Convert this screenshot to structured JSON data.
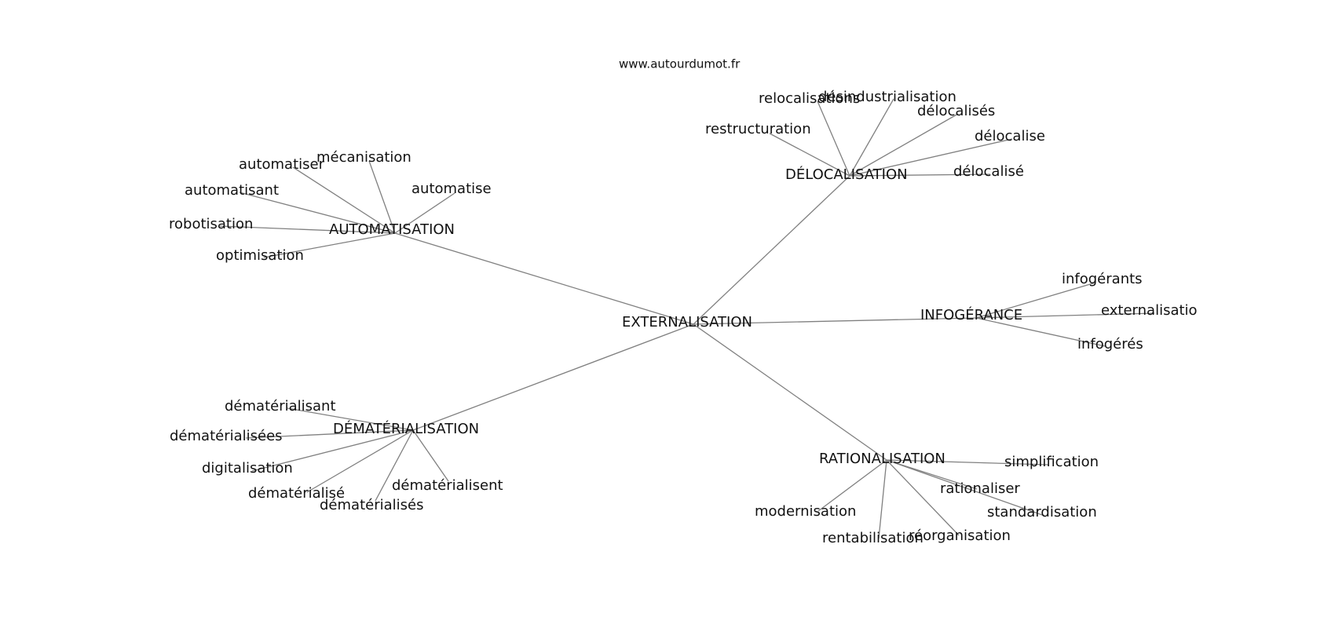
{
  "source": "www.autourdumot.fr",
  "root": "EXTERNALISATION",
  "clusters": [
    {
      "hub": "AUTOMATISATION",
      "terms": [
        "automatiser",
        "mécanisation",
        "automatisant",
        "automatise",
        "robotisation",
        "optimisation"
      ]
    },
    {
      "hub": "DÉLOCALISATION",
      "terms": [
        "relocalisations",
        "désindustrialisation",
        "délocalisés",
        "restructuration",
        "délocalise",
        "délocalisé"
      ]
    },
    {
      "hub": "INFOGÉRANCE",
      "terms": [
        "infogérants",
        "externalisatio",
        "infogérés"
      ]
    },
    {
      "hub": "DÉMATÉRIALISATION",
      "terms": [
        "dématérialisant",
        "dématérialisées",
        "digitalisation",
        "dématérialisé",
        "dématérialisés",
        "dématérialisent"
      ]
    },
    {
      "hub": "RATIONALISATION",
      "terms": [
        "simplification",
        "rationaliser",
        "standardisation",
        "modernisation",
        "rentabilisation",
        "réorganisation"
      ]
    }
  ]
}
